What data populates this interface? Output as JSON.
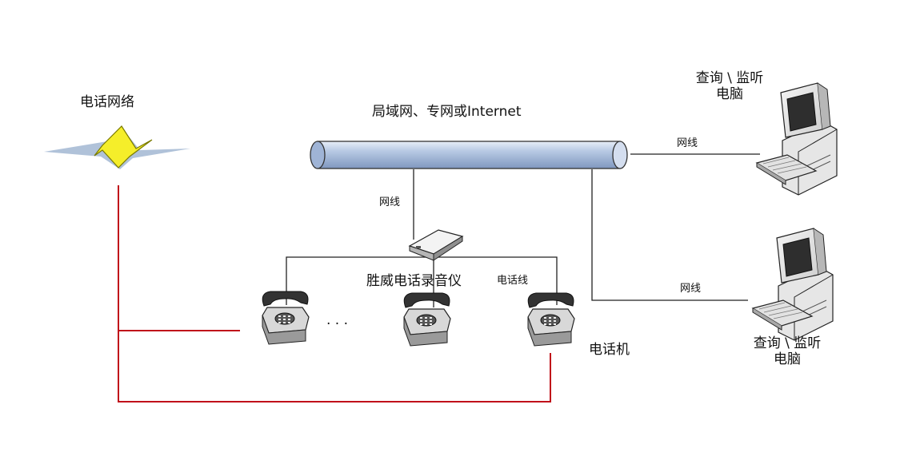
{
  "labels": {
    "phone_network": "电话网络",
    "lan": "局域网、专网或Internet",
    "net_cable_recorder": "网线",
    "net_cable_pc1": "网线",
    "net_cable_pc2": "网线",
    "recorder": "胜威电话录音仪",
    "phone_line": "电话线",
    "ellipsis": "· · ·",
    "telephone": "电话机",
    "pc1_line1": "查询 \\ 监听",
    "pc1_line2": "电脑",
    "pc2_line1": "查询 \\ 监听",
    "pc2_line2": "电脑"
  },
  "colors": {
    "phone_line_red": "#c0101a",
    "network_line": "#222222",
    "pipe_fill": "#a9bedc",
    "lightning_fill": "#f5ee2a"
  },
  "icons": [
    "lightning-icon",
    "recorder-device-icon",
    "telephone-icon",
    "computer-icon"
  ]
}
